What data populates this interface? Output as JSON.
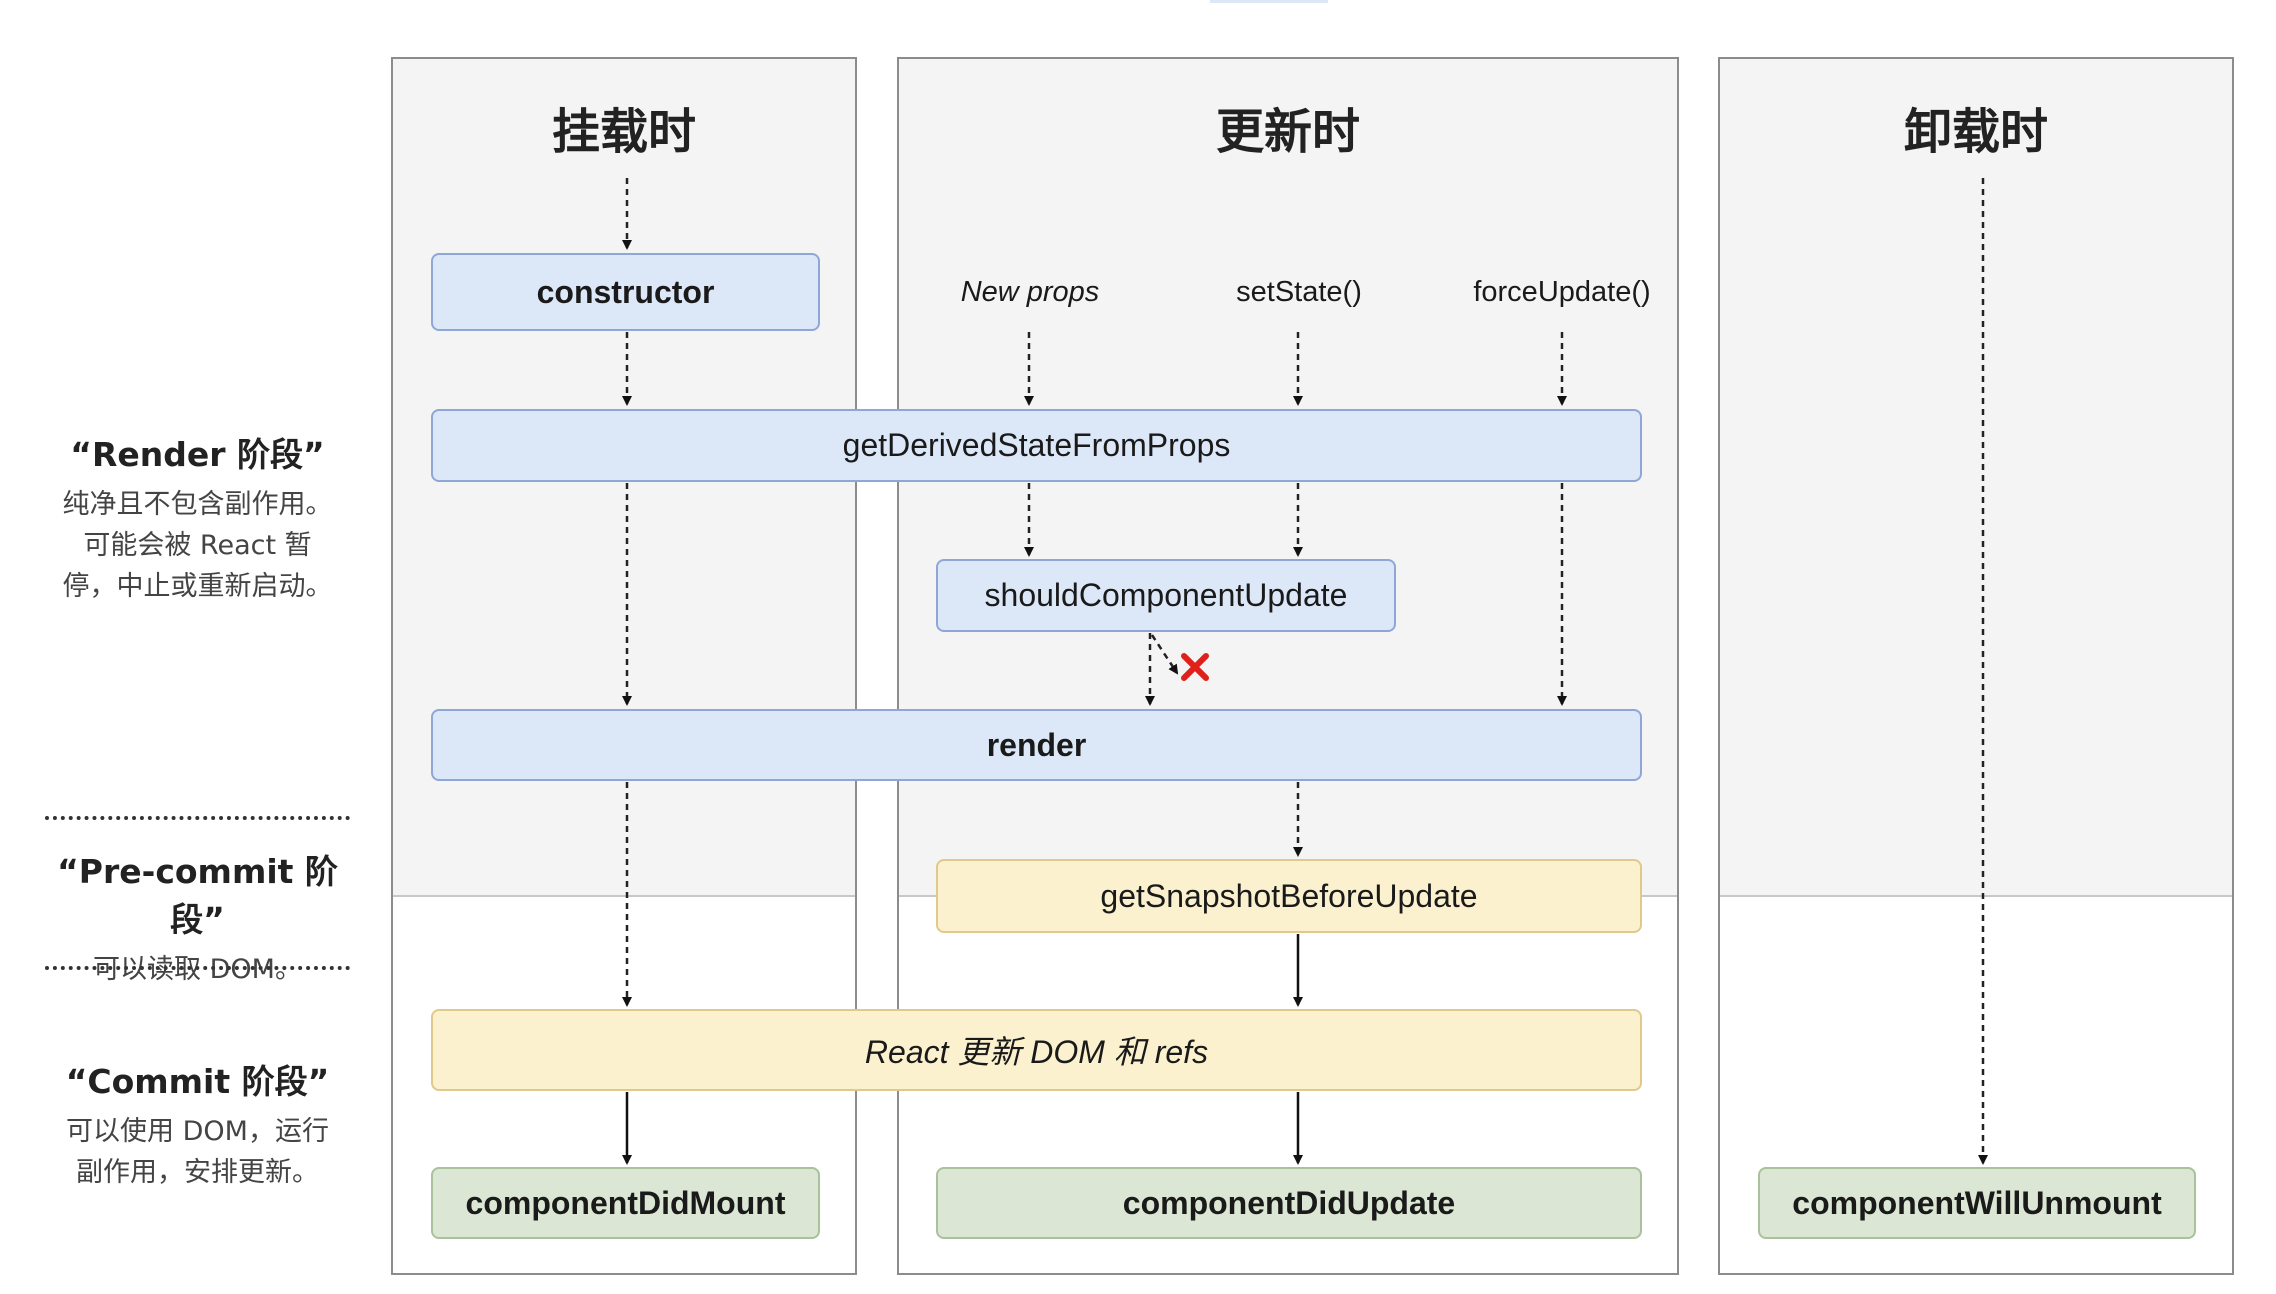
{
  "columns": {
    "mount": {
      "title": "挂载时"
    },
    "update": {
      "title": "更新时"
    },
    "unmount": {
      "title": "卸载时"
    }
  },
  "phases": {
    "render": {
      "title": "“Render 阶段”",
      "desc_lines": [
        "纯净且不包含副作用。",
        "可能会被 React 暂",
        "停，中止或重新启动。"
      ]
    },
    "precommit": {
      "title": "“Pre-commit 阶段”",
      "desc_lines": [
        "可以读取 DOM。"
      ]
    },
    "commit": {
      "title": "“Commit 阶段”",
      "desc_lines": [
        "可以使用 DOM，运行",
        "副作用，安排更新。"
      ]
    }
  },
  "triggers": {
    "new_props": "New props",
    "set_state": "setState()",
    "force_update": "forceUpdate()"
  },
  "methods": {
    "constructor": "constructor",
    "get_derived_state": "getDerivedStateFromProps",
    "should_update": "shouldComponentUpdate",
    "render": "render",
    "get_snapshot": "getSnapshotBeforeUpdate",
    "react_updates_dom": "React 更新 DOM 和 refs",
    "did_mount": "componentDidMount",
    "did_update": "componentDidUpdate",
    "will_unmount": "componentWillUnmount"
  },
  "colors": {
    "render_phase_box": "#dce7f8",
    "precommit_box": "#fbf1cf",
    "commit_box": "#dbe7d4",
    "cancel_mark": "#e0201b"
  }
}
